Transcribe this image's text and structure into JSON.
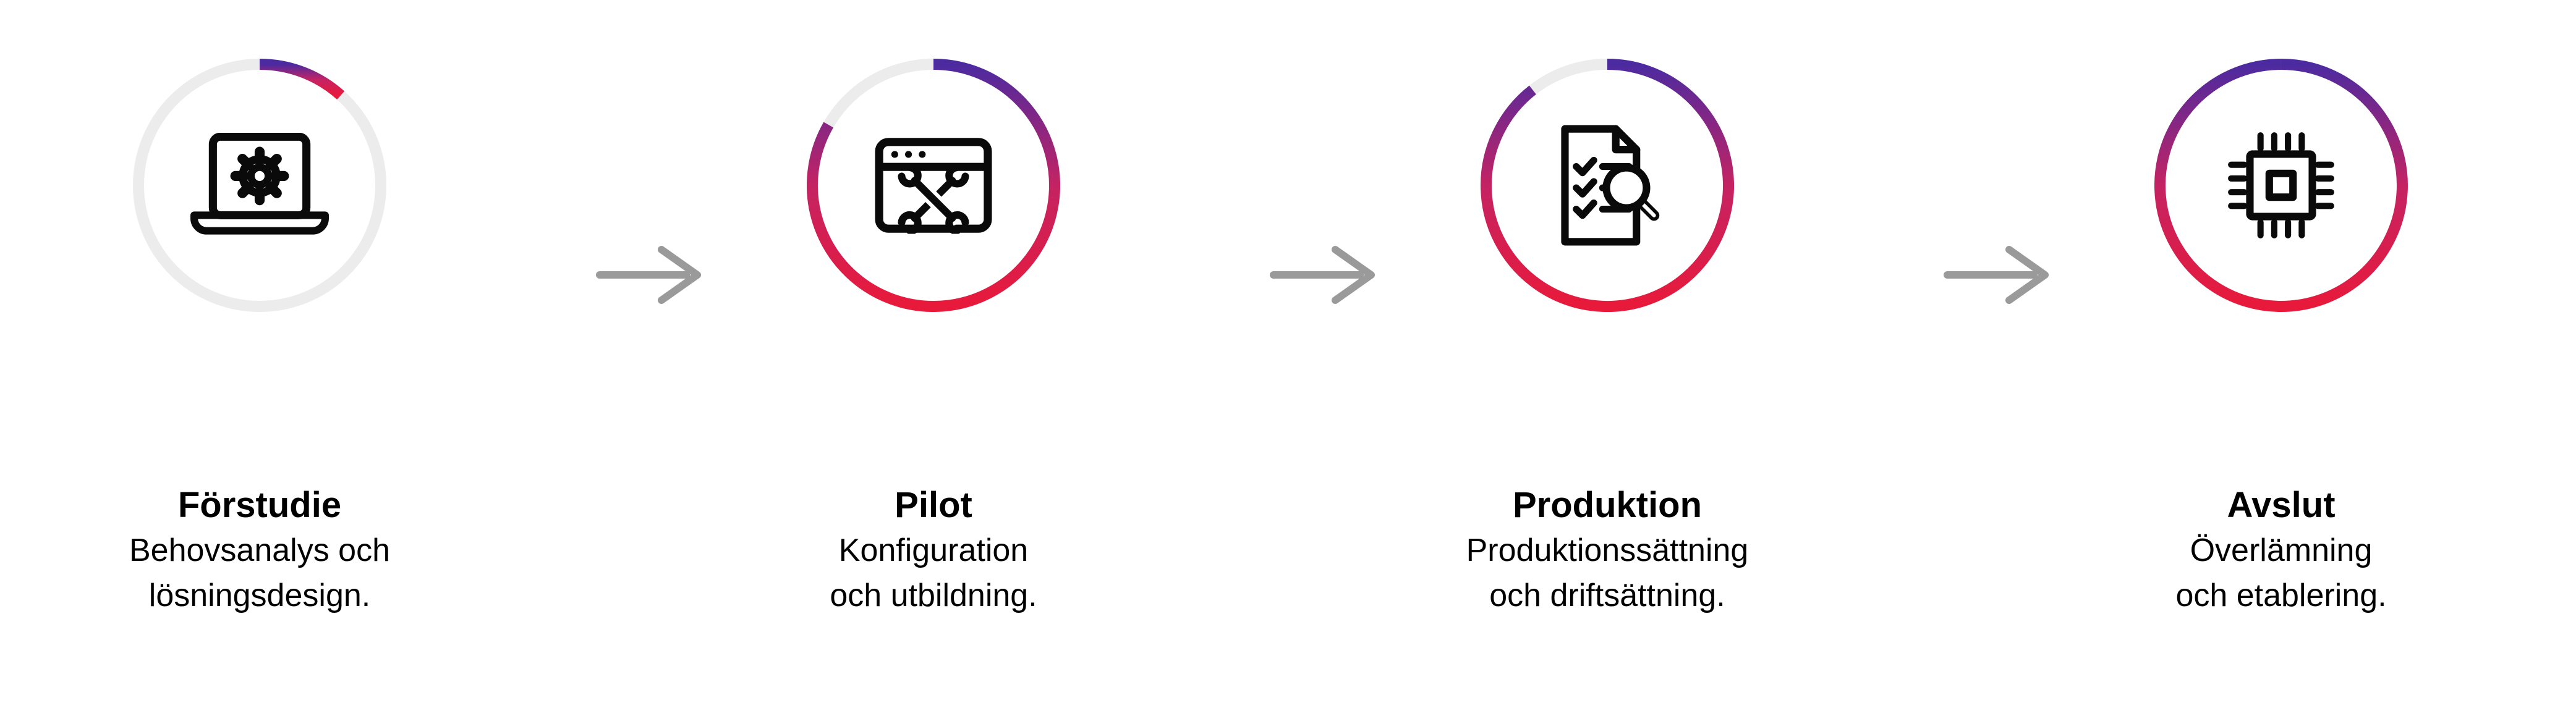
{
  "page": {
    "background": "#ffffff"
  },
  "colors": {
    "ring_track": "#ECECEC",
    "gradient_start_purple": "#4C2AA0",
    "gradient_mid_magenta": "#C42363",
    "gradient_end_red": "#E81A3B",
    "icon_stroke": "#0A0A0A",
    "arrow_gray": "#9A9A9A",
    "text": "#000000"
  },
  "stages": [
    {
      "title": "Förstudie",
      "description_lines": [
        "Behovsanalys och",
        "lösningsdesign."
      ],
      "icon": "laptop-gear-icon",
      "progress_deg": 42
    },
    {
      "title": "Pilot",
      "description_lines": [
        "Konfiguration",
        "och utbildning."
      ],
      "icon": "browser-tools-icon",
      "progress_deg": 300
    },
    {
      "title": "Produktion",
      "description_lines": [
        "Produktionssättning",
        "och driftsättning."
      ],
      "icon": "document-checklist-magnifier-icon",
      "progress_deg": 322
    },
    {
      "title": "Avslut",
      "description_lines": [
        "Överlämning",
        "och etablering."
      ],
      "icon": "cpu-chip-icon",
      "progress_deg": 360
    }
  ],
  "arrows": [
    {
      "name": "right-arrow"
    },
    {
      "name": "right-arrow"
    },
    {
      "name": "right-arrow"
    }
  ]
}
